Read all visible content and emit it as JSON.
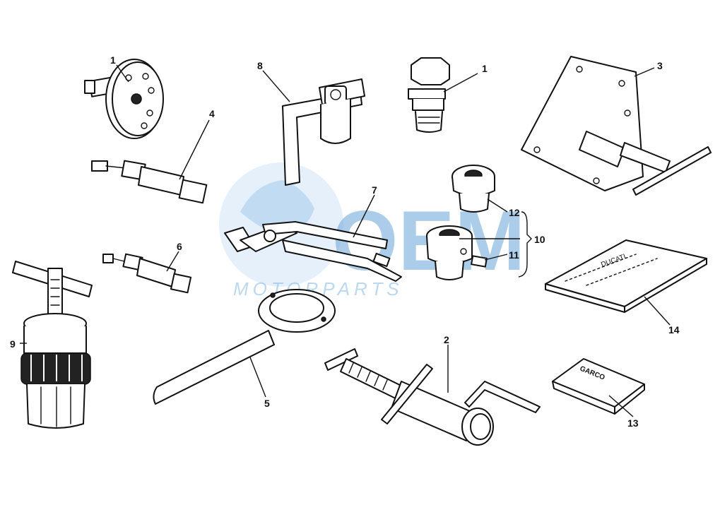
{
  "diagram": {
    "callouts": [
      {
        "id": "c1a",
        "label": "1"
      },
      {
        "id": "c1b",
        "label": "1"
      },
      {
        "id": "c2",
        "label": "2"
      },
      {
        "id": "c3",
        "label": "3"
      },
      {
        "id": "c4",
        "label": "4"
      },
      {
        "id": "c5",
        "label": "5"
      },
      {
        "id": "c6",
        "label": "6"
      },
      {
        "id": "c7",
        "label": "7"
      },
      {
        "id": "c8",
        "label": "8"
      },
      {
        "id": "c9",
        "label": "9"
      },
      {
        "id": "c10",
        "label": "10"
      },
      {
        "id": "c11",
        "label": "11"
      },
      {
        "id": "c12",
        "label": "12"
      },
      {
        "id": "c13",
        "label": "13"
      },
      {
        "id": "c14",
        "label": "14"
      }
    ],
    "pouch_text": "GARCO",
    "manual_text": "DUCATI"
  },
  "watermark": {
    "brand": "OEM",
    "sub": "MOTORPARTS",
    "color": "#6aa5d8"
  }
}
